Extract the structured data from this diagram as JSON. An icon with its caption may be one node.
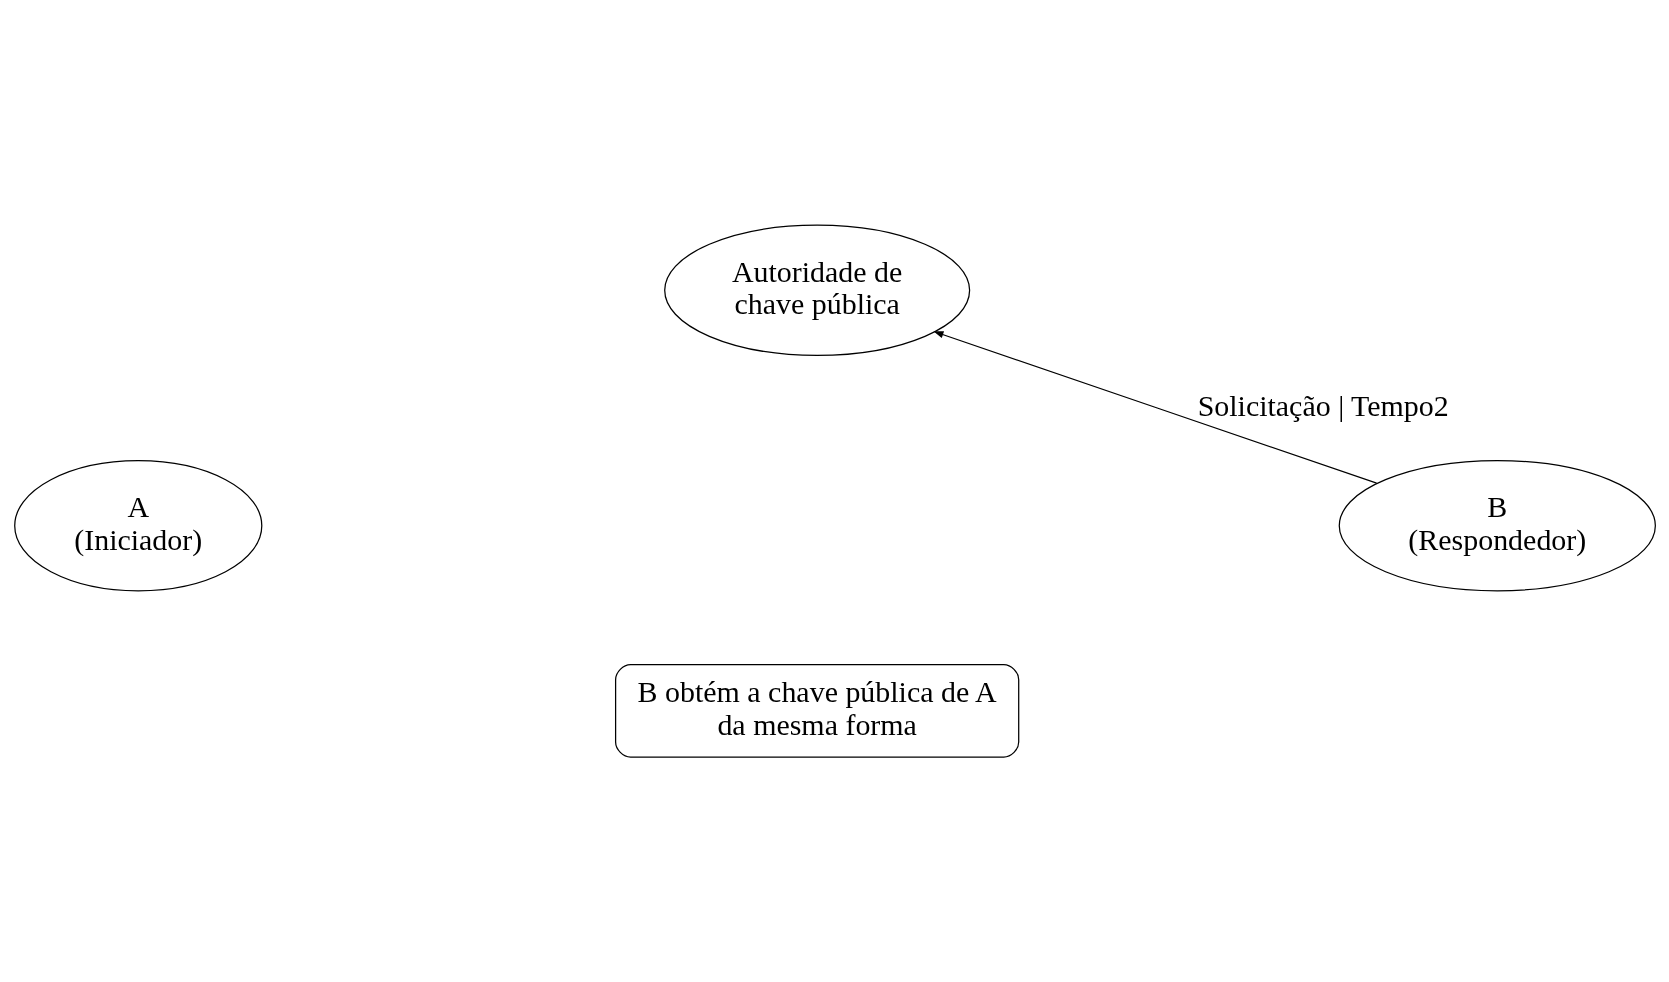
{
  "diagram": {
    "nodes": [
      {
        "text": [
          "Autoridade de chave pública"
        ]
      },
      {
        "text": [
          "A",
          "(Iniciador)"
        ]
      },
      {
        "text": [
          "B",
          "(Respondedor)"
        ]
      },
      {
        "text": [
          "B obtém a chave pública de A da mesma forma"
        ]
      }
    ],
    "edges": [
      {
        "from": 2,
        "to": 0,
        "arrow": "to",
        "label": "Solicitação | Tempo2"
      }
    ]
  }
}
